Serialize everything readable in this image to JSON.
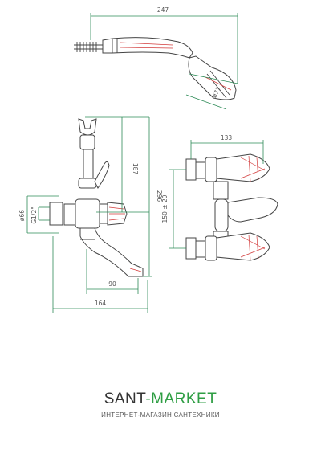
{
  "dimensions": {
    "hand_shower_length": "247",
    "hand_shower_diameter": "ø77",
    "shower_holder_height": "187",
    "total_height": "296",
    "outlet_diameter": "ø66",
    "inlet_thread": "G1/2\"",
    "spout_reach": "90",
    "total_depth": "164",
    "handles_width": "133",
    "inlet_centers": "150 ± 20"
  },
  "brand": {
    "name_part1": "SANT",
    "name_part2": "-MARKET",
    "subtitle": "ИНТЕРНЕТ-МАГАЗИН САНТЕХНИКИ"
  },
  "colors": {
    "dimension_lines": "#2e8b57",
    "outline": "#444444",
    "handle_accent": "#d23a3a",
    "brand_accent": "#2f9e44"
  }
}
